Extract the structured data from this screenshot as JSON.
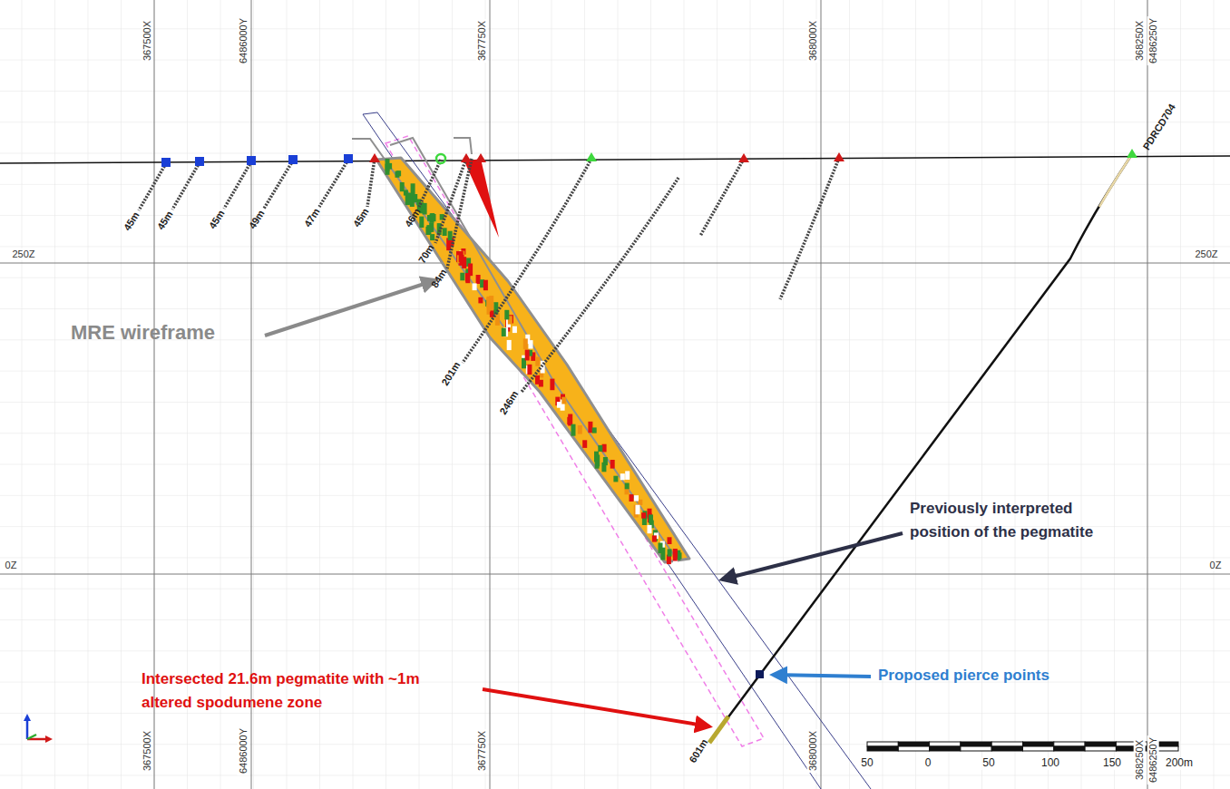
{
  "diagram": {
    "labels": [
      "367500X",
      "6486000Y",
      "367750X",
      "368000X",
      "368250X",
      "6486250Y",
      "367500X",
      "6486000Y",
      "367750X",
      "368000X",
      "368250X",
      "6486250Y",
      "250Z",
      "250Z",
      "0Z",
      "0Z",
      "PDRCD704",
      "45m",
      "45m",
      "45m",
      "49m",
      "47m",
      "45m",
      "46m",
      "70m",
      "84m",
      "201m",
      "246m",
      "601m",
      "MRE wireframe",
      "Previously interpreted position of the pegmatite",
      "Proposed pierce points",
      "Intersected 21.6m pegmatite with ~1m altered spodumene zone",
      "50",
      "0",
      "50",
      "100",
      "150",
      "200m"
    ]
  }
}
